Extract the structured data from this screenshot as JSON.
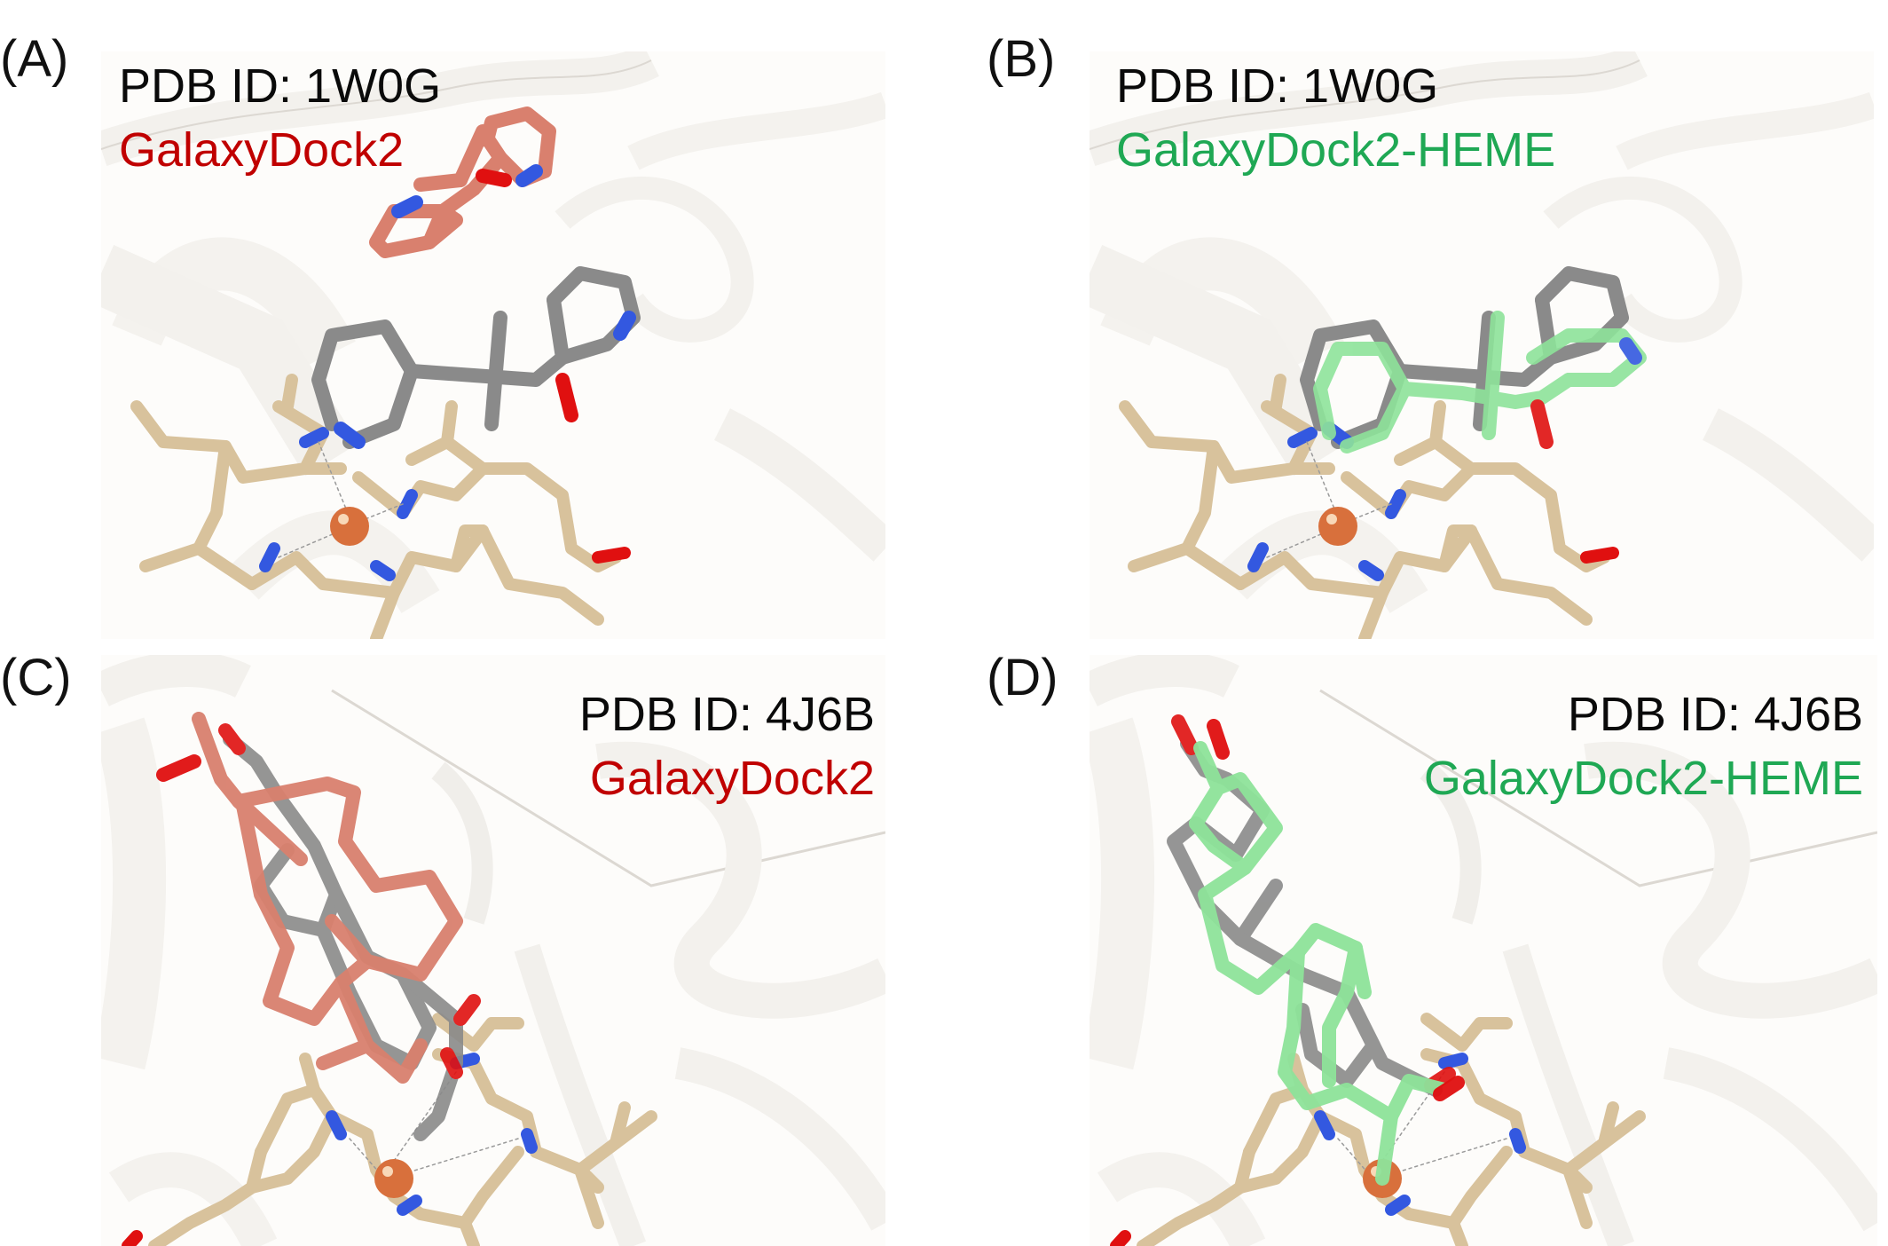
{
  "figure": {
    "panels": [
      {
        "letter": "(A)",
        "pdb_label": "PDB ID: 1W0G",
        "method_label": "GalaxyDock2",
        "method_color": "#c00000",
        "ligand_color": "#d9806e"
      },
      {
        "letter": "(B)",
        "pdb_label": "PDB ID: 1W0G",
        "method_label": "GalaxyDock2-HEME",
        "method_color": "#1fa854",
        "ligand_color": "#8ee39a"
      },
      {
        "letter": "(C)",
        "pdb_label": "PDB ID: 4J6B",
        "method_label": "GalaxyDock2",
        "method_color": "#c00000",
        "ligand_color": "#d9806e"
      },
      {
        "letter": "(D)",
        "pdb_label": "PDB ID: 4J6B",
        "method_label": "GalaxyDock2-HEME",
        "method_color": "#1fa854",
        "ligand_color": "#8ee39a"
      }
    ],
    "colors": {
      "crystal_ligand": "#8a8a8a",
      "heme_carbon": "#d8c29c",
      "nitrogen": "#3358e0",
      "oxygen": "#e01010",
      "iron": "#d8703c",
      "protein_ribbon": "#f2f0ec"
    }
  }
}
